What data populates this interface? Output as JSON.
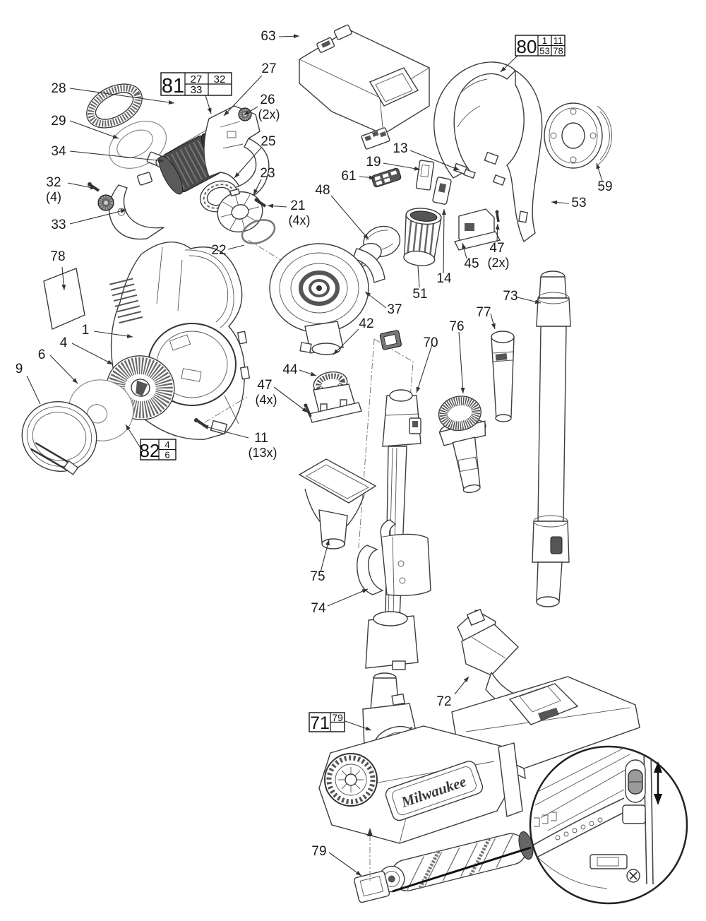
{
  "diagram": {
    "type": "exploded-parts-diagram",
    "brand_logo": "Milwaukee",
    "line_color": "#333333",
    "callouts": [
      {
        "label": "28"
      },
      {
        "label": "29"
      },
      {
        "label": "34"
      },
      {
        "label": "32",
        "qty": "(4)"
      },
      {
        "label": "33"
      },
      {
        "label": "78"
      },
      {
        "label": "1"
      },
      {
        "label": "4"
      },
      {
        "label": "6"
      },
      {
        "label": "9"
      },
      {
        "label": "27"
      },
      {
        "label": "26",
        "qty": "(2x)"
      },
      {
        "label": "25"
      },
      {
        "label": "23"
      },
      {
        "label": "21",
        "qty": "(4x)"
      },
      {
        "label": "22"
      },
      {
        "label": "63"
      },
      {
        "label": "13"
      },
      {
        "label": "19"
      },
      {
        "label": "61"
      },
      {
        "label": "48"
      },
      {
        "label": "59"
      },
      {
        "label": "53"
      },
      {
        "label": "47",
        "qty": "(2x)"
      },
      {
        "label": "45"
      },
      {
        "label": "14"
      },
      {
        "label": "51"
      },
      {
        "label": "37"
      },
      {
        "label": "73"
      },
      {
        "label": "77"
      },
      {
        "label": "76"
      },
      {
        "label": "70"
      },
      {
        "label": "42"
      },
      {
        "label": "44"
      },
      {
        "label": "47",
        "qty": "(4x)"
      },
      {
        "label": "11",
        "qty": "(13x)"
      },
      {
        "label": "75"
      },
      {
        "label": "74"
      },
      {
        "label": "72"
      },
      {
        "label": "79"
      }
    ],
    "ref_boxes": {
      "box81": {
        "main": "81",
        "cells": [
          "27",
          "32",
          "33",
          ""
        ]
      },
      "box80": {
        "main": "80",
        "cells": [
          "1",
          "11",
          "53",
          "78"
        ]
      },
      "box82": {
        "main": "82",
        "cells": [
          "4",
          "6"
        ]
      },
      "box71": {
        "main": "71",
        "cells": [
          "79",
          ""
        ]
      }
    }
  }
}
